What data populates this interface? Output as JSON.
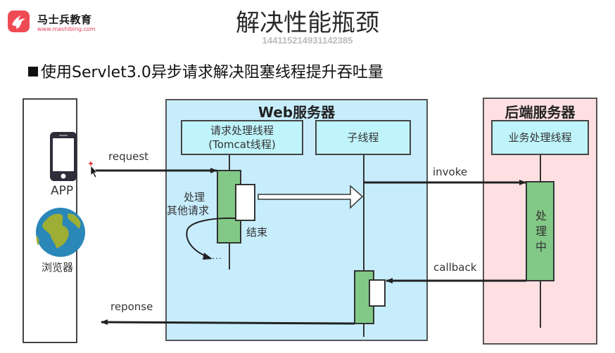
{
  "brand": {
    "name": "马士兵教育",
    "url": "www.mashibing.com",
    "logo_icon": "fox-logo-icon",
    "accent_color": "#ef4b54"
  },
  "page_title": "解决性能瓶颈",
  "watermark": "1441152149311423​85",
  "subtitle": "使用Servlet3.0异步请求解决阻塞线程提升吞吐量",
  "client": {
    "app_icon": "smartphone-icon",
    "app_label": "APP",
    "browser_icon": "globe-icon",
    "browser_label": "浏览器"
  },
  "web_server": {
    "title": "Web服务器",
    "request_thread_line1": "请求处理线程",
    "request_thread_line2": "(Tomcat线程)",
    "sub_thread": "子线程",
    "other_requests_line1": "处理",
    "other_requests_line2": "其他请求",
    "end_label": "结束",
    "ellipsis": "......",
    "color": "#c7edfd"
  },
  "backend_server": {
    "title": "后端服务器",
    "business_thread": "业务处理线程",
    "processing_label": [
      "处",
      "理",
      "中"
    ],
    "color": "#fee0e2"
  },
  "messages": {
    "request": "request",
    "invoke": "invoke",
    "callback": "callback",
    "response": "reponse"
  },
  "colors": {
    "activation": "#82c886",
    "thread_box": "#bff4fb"
  }
}
